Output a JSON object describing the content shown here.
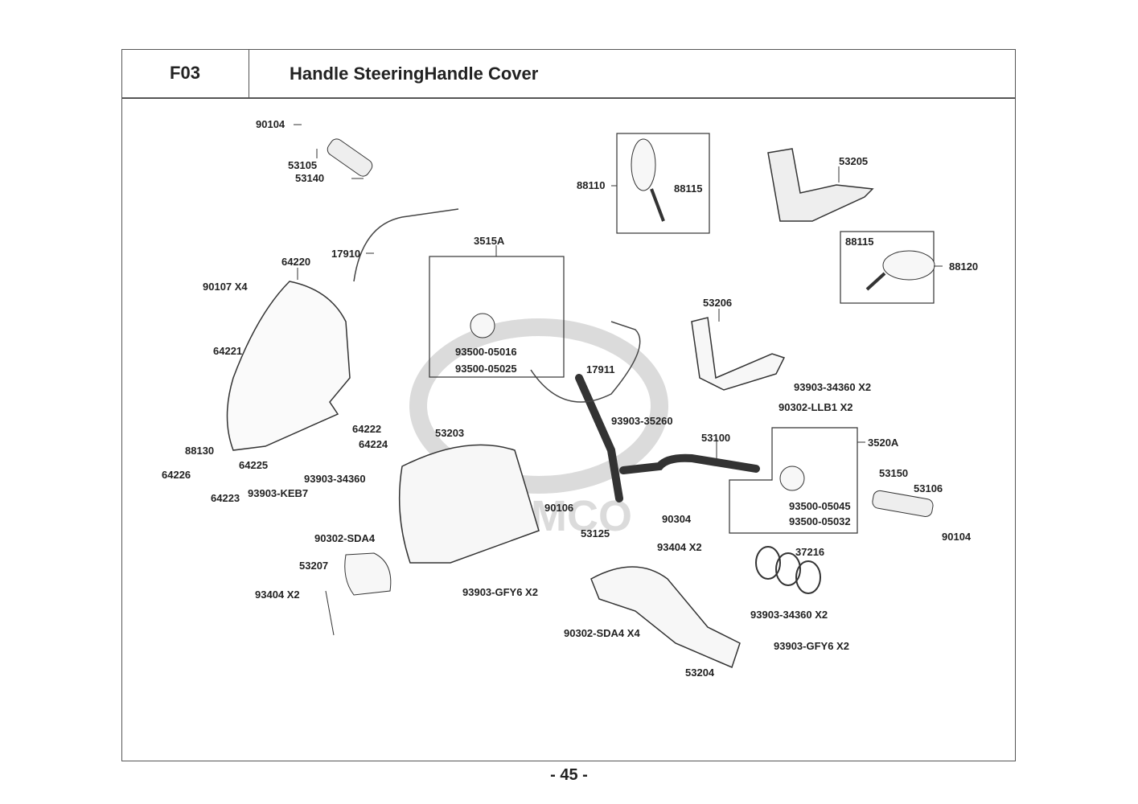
{
  "header": {
    "code": "F03",
    "title": "Handle SteeringHandle Cover"
  },
  "watermark": "KYMCO",
  "page_number": "- 45 -",
  "groups": [
    {
      "id": "3515A",
      "members": [
        "93500-05016",
        "93500-05025"
      ]
    },
    {
      "id": "3520A",
      "members": [
        "93500-05045",
        "93500-05032"
      ]
    },
    {
      "id": "88110",
      "members": [
        "88115"
      ]
    },
    {
      "id": "88120",
      "members": [
        "88115"
      ]
    }
  ],
  "labels": [
    {
      "text": "90104"
    },
    {
      "text": "53105"
    },
    {
      "text": "53140"
    },
    {
      "text": "17910"
    },
    {
      "text": "64220"
    },
    {
      "text": "90107 X4"
    },
    {
      "text": "64221"
    },
    {
      "text": "88130"
    },
    {
      "text": "64222"
    },
    {
      "text": "64224"
    },
    {
      "text": "64225"
    },
    {
      "text": "64226"
    },
    {
      "text": "93903-34360"
    },
    {
      "text": "93903-KEB7"
    },
    {
      "text": "64223"
    },
    {
      "text": "3515A"
    },
    {
      "text": "93500-05016"
    },
    {
      "text": "93500-05025"
    },
    {
      "text": "17911"
    },
    {
      "text": "88110"
    },
    {
      "text": "88115"
    },
    {
      "text": "53205"
    },
    {
      "text": "88115"
    },
    {
      "text": "88120"
    },
    {
      "text": "53206"
    },
    {
      "text": "93903-34360 X2"
    },
    {
      "text": "90302-LLB1 X2"
    },
    {
      "text": "93903-35260"
    },
    {
      "text": "53100"
    },
    {
      "text": "3520A"
    },
    {
      "text": "53203"
    },
    {
      "text": "53150"
    },
    {
      "text": "53106"
    },
    {
      "text": "93500-05045"
    },
    {
      "text": "93500-05032"
    },
    {
      "text": "90104"
    },
    {
      "text": "90106"
    },
    {
      "text": "90304"
    },
    {
      "text": "53125"
    },
    {
      "text": "90302-SDA4"
    },
    {
      "text": "93404 X2"
    },
    {
      "text": "37216"
    },
    {
      "text": "53207"
    },
    {
      "text": "93404 X2"
    },
    {
      "text": "93903-GFY6 X2"
    },
    {
      "text": "93903-34360 X2"
    },
    {
      "text": "90302-SDA4 X4"
    },
    {
      "text": "93903-GFY6 X2"
    },
    {
      "text": "53204"
    }
  ]
}
